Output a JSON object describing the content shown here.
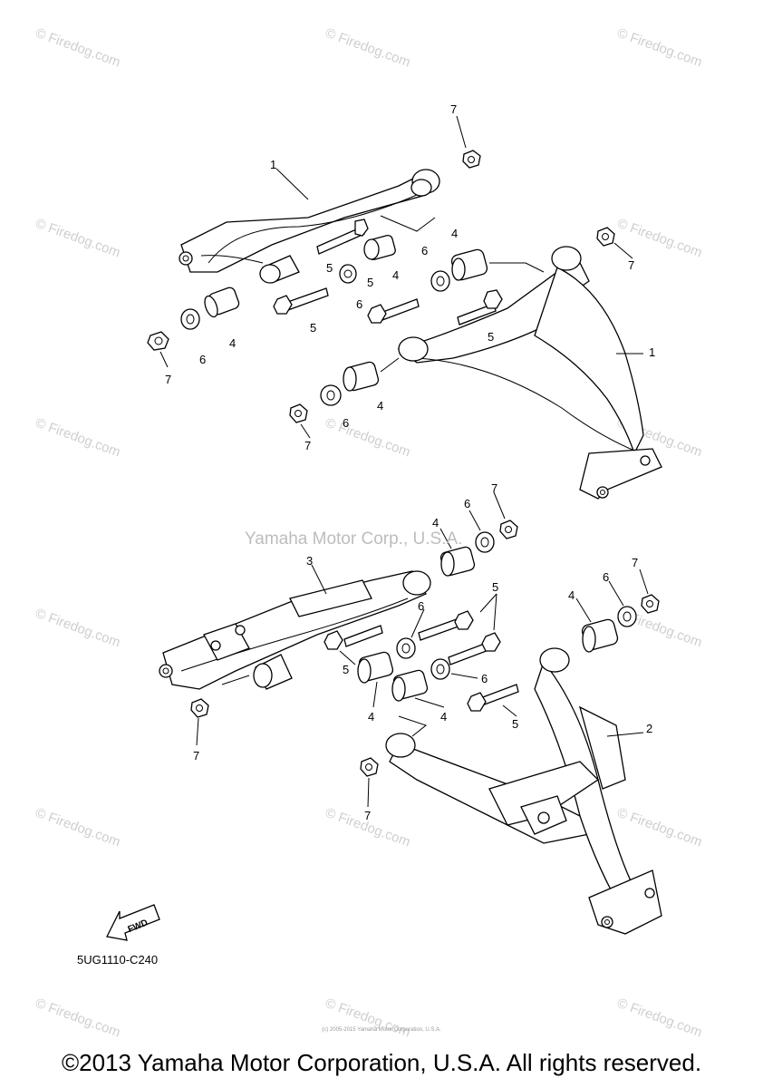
{
  "watermark": {
    "text": "© Firedog.com"
  },
  "center_watermark": "Yamaha Motor Corp., U.S.A.",
  "fwd_label": "FWD",
  "ref_code": "5UG1110-C240",
  "tiny_copyright": "(c) 2005-2015 Yamaha Motor Corporation, U.S.A.",
  "copyright": "©2013 Yamaha Motor Corporation, U.S.A. All rights reserved.",
  "callouts": {
    "c1a": "1",
    "c1b": "1",
    "c2": "2",
    "c3": "3",
    "c4a": "4",
    "c4b": "4",
    "c4c": "4",
    "c4d": "4",
    "c4e": "4",
    "c4f": "4",
    "c4g": "4",
    "c4h": "4",
    "c5a": "5",
    "c5b": "5",
    "c5c": "5",
    "c5d": "5",
    "c5e": "5",
    "c5f": "5",
    "c5g": "5",
    "c6a": "6",
    "c6b": "6",
    "c6c": "6",
    "c6d": "6",
    "c6e": "6",
    "c6f": "6",
    "c6g": "6",
    "c7a": "7",
    "c7b": "7",
    "c7c": "7",
    "c7d": "7",
    "c7e": "7",
    "c7f": "7",
    "c7g": "7",
    "c7h": "7"
  }
}
